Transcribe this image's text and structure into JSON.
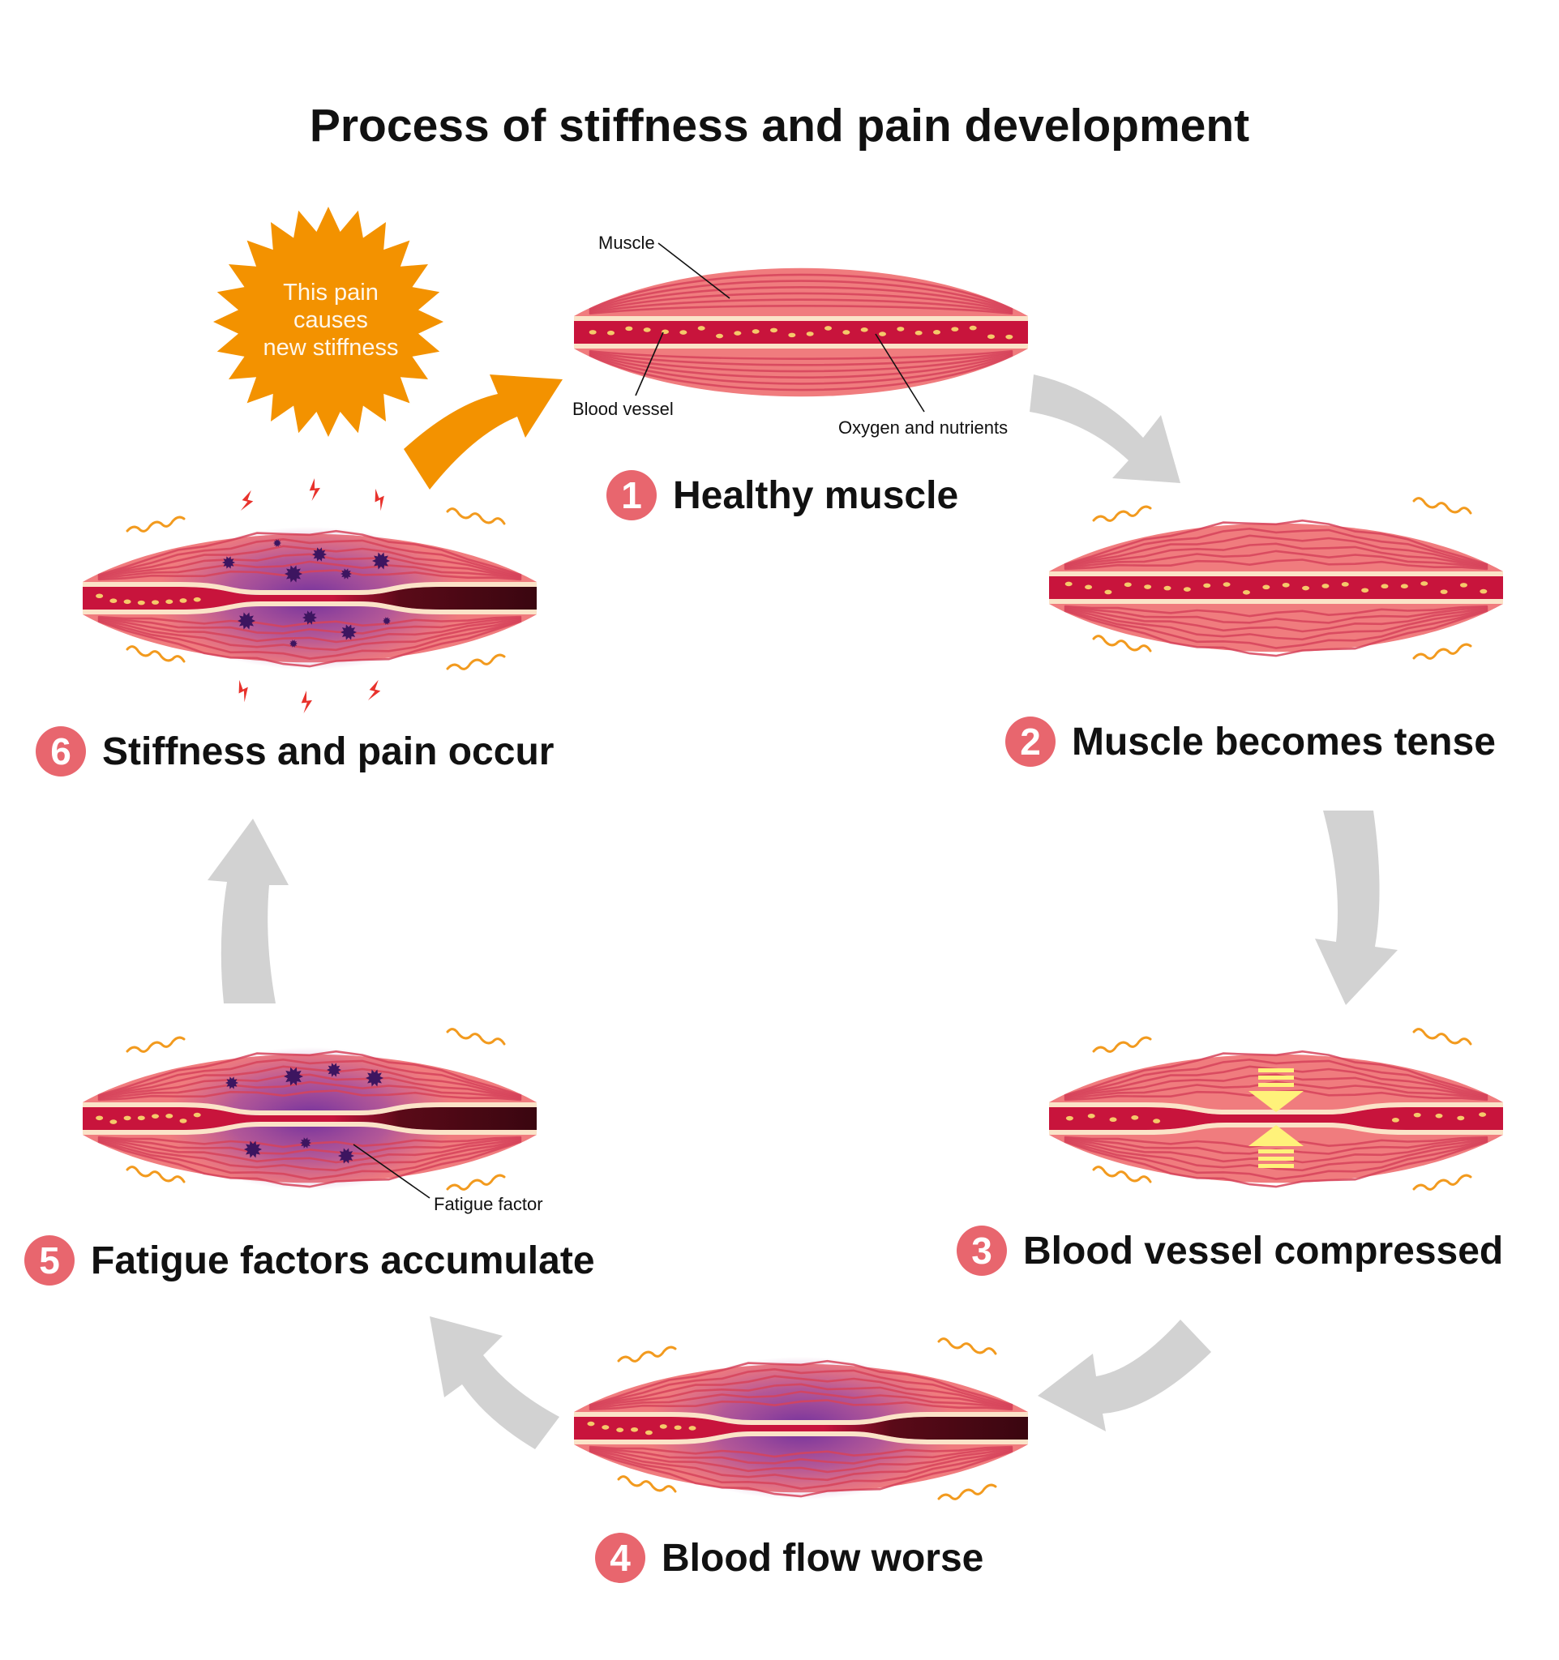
{
  "title": "Process of stiffness and pain development",
  "steps": [
    {
      "num": "1",
      "label": "Healthy muscle"
    },
    {
      "num": "2",
      "label": "Muscle becomes tense"
    },
    {
      "num": "3",
      "label": "Blood vessel compressed"
    },
    {
      "num": "4",
      "label": "Blood flow worse"
    },
    {
      "num": "5",
      "label": "Fatigue factors accumulate"
    },
    {
      "num": "6",
      "label": "Stiffness and pain occur"
    }
  ],
  "annotations": {
    "muscle": "Muscle",
    "blood_vessel": "Blood vessel",
    "oxygen": "Oxygen and nutrients",
    "fatigue_factor": "Fatigue factor"
  },
  "burst": {
    "line1": "This pain",
    "line2": "causes",
    "line3": "new stiffness"
  },
  "colors": {
    "muscle": "#f07c7e",
    "fiber": "#d6435a",
    "vessel": "#c8143c",
    "vessel_dark": "#4a0a14",
    "nutrient": "#f5c96a",
    "purple": "#7b3aa0",
    "squiggle": "#f29a1e",
    "burst": "#f39200",
    "gray_arrow": "#d2d2d2",
    "step_circle": "#e8666e",
    "bolt": "#e8322c",
    "yellow_arrow": "#fff27a"
  },
  "icons": [
    "pain-burst-icon",
    "orange-arrow-icon",
    "gray-arrow-icon",
    "lightning-icon",
    "yellow-arrow-icon",
    "fatigue-factor-icon"
  ]
}
